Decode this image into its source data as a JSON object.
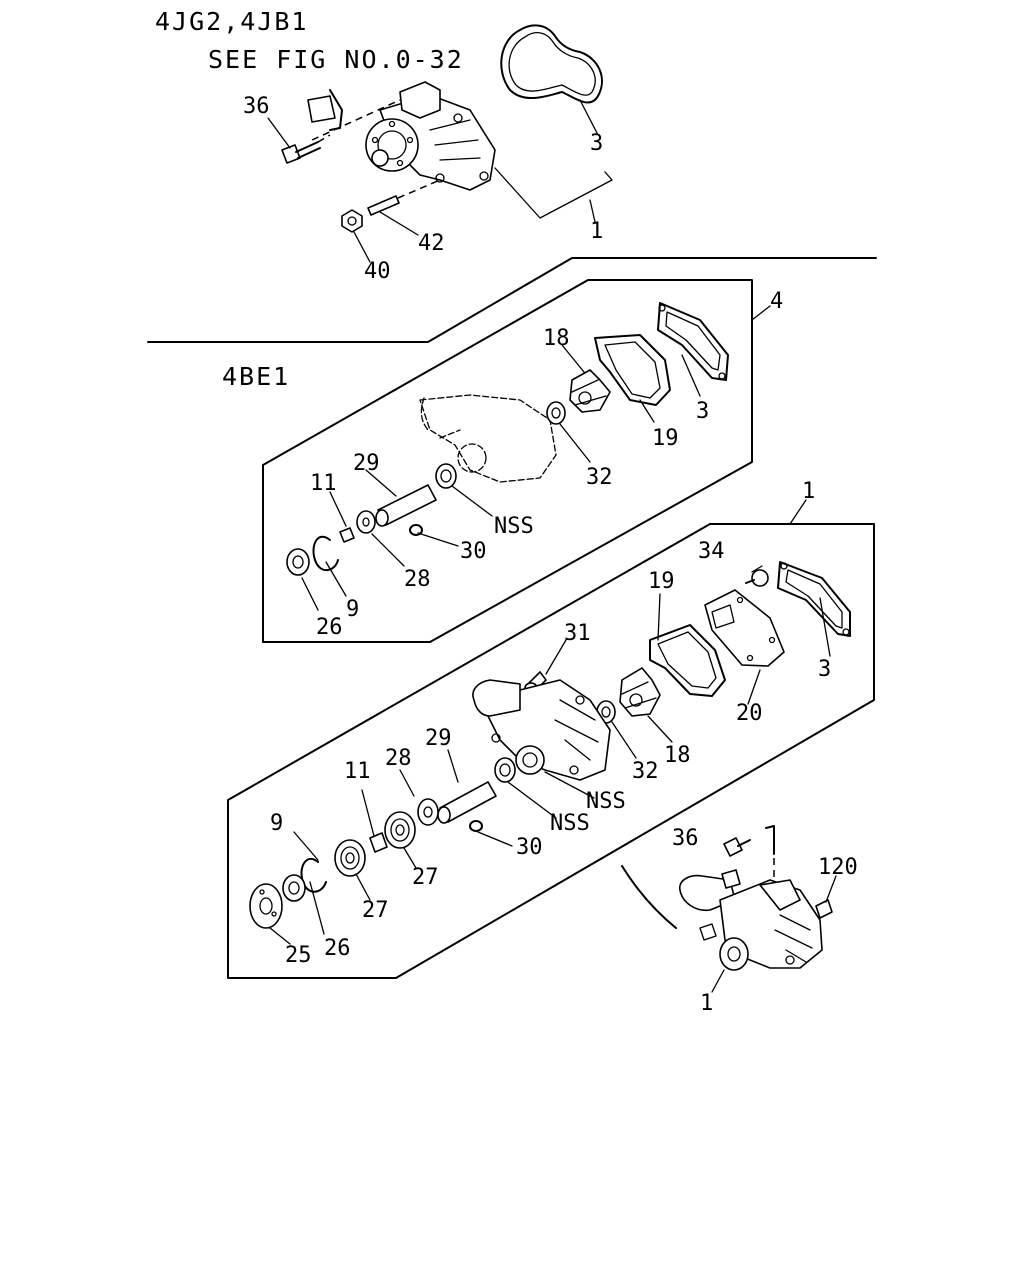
{
  "headers": {
    "engines_top": "4JG2,4JB1",
    "see_fig": "SEE FIG NO.0-32",
    "engine_mid": "4BE1"
  },
  "callouts": {
    "c36a": "36",
    "c3a": "3",
    "c1a": "1",
    "c42": "42",
    "c40": "40",
    "c4": "4",
    "c18a": "18",
    "c3b": "3",
    "c19a": "19",
    "c32a": "32",
    "c29a": "29",
    "c11a": "11",
    "c28a": "28",
    "c30a": "30",
    "c9a": "9",
    "c26a": "26",
    "cNSSa": "NSS",
    "c1b": "1",
    "c34": "34",
    "c19b": "19",
    "c3c": "3",
    "c31": "31",
    "c20": "20",
    "c18b": "18",
    "c32b": "32",
    "c29b": "29",
    "c28b": "28",
    "c11b": "11",
    "cNSSb": "NSS",
    "cNSSc": "NSS",
    "c9b": "9",
    "c30b": "30",
    "c27a": "27",
    "c27b": "27",
    "c25": "25",
    "c26b": "26",
    "c36b": "36",
    "c120": "120",
    "c1c": "1"
  }
}
